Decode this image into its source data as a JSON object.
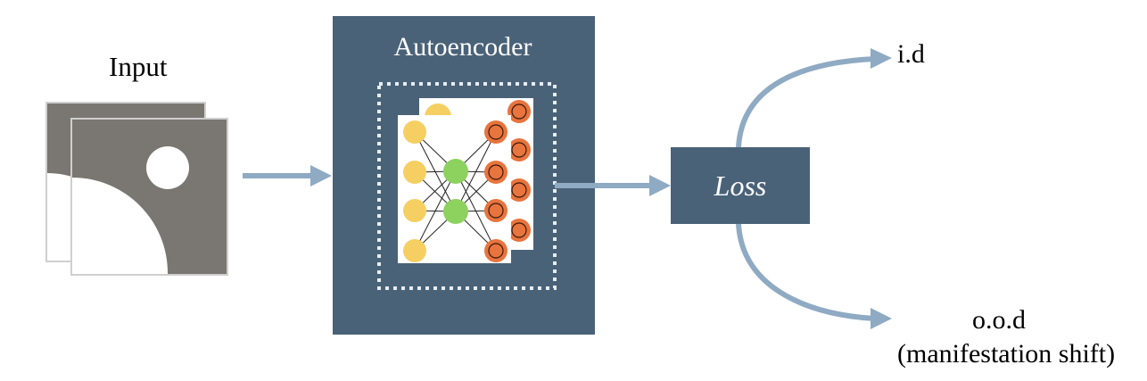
{
  "labels": {
    "input": "Input",
    "autoencoder": "Autoencoder",
    "loss": "Loss",
    "id_output": "i.d",
    "ood_output_line1": "o.o.d",
    "ood_output_line2": "(manifestation shift)"
  },
  "colors": {
    "panel": "#4a6278",
    "arrow": "#8faac3",
    "image_gray": "#7a7672",
    "input_node": "#f5cf62",
    "hidden_node": "#8dd15f",
    "output_node": "#e8743e",
    "dotted_border": "#e6eef4"
  }
}
